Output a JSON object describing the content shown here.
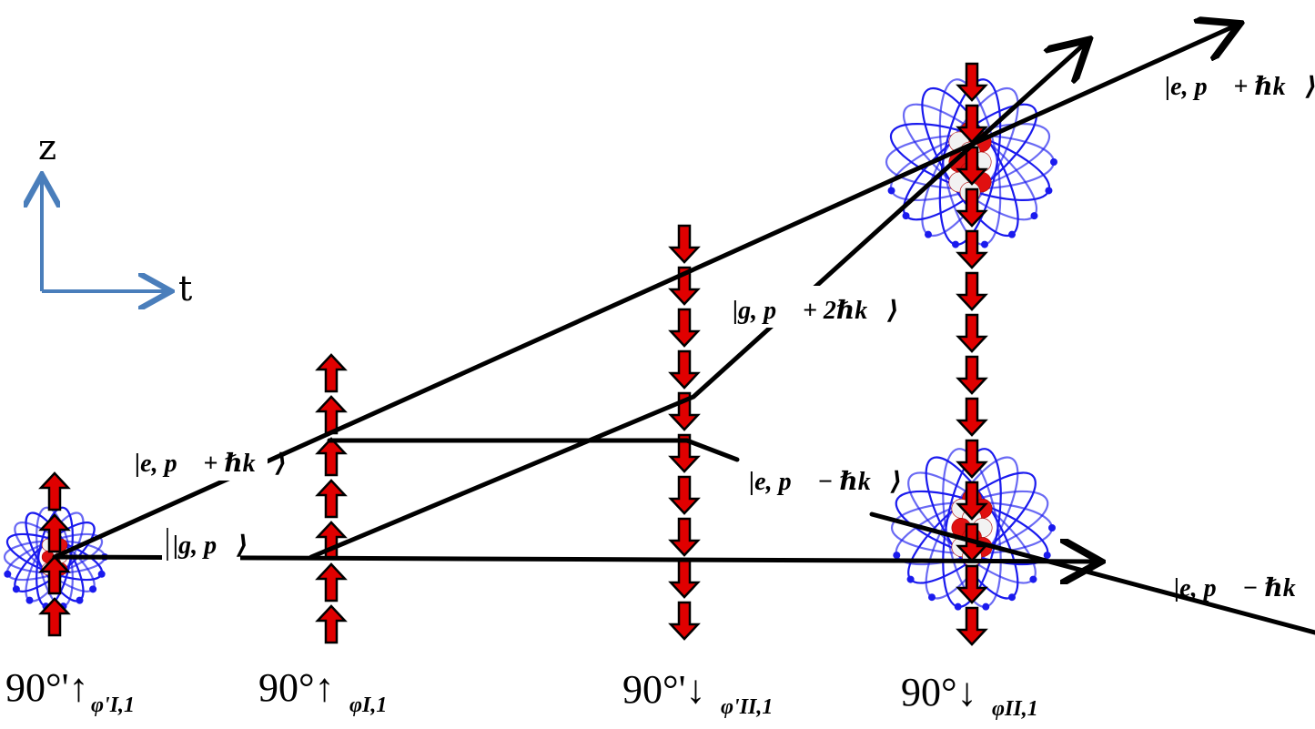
{
  "axes": {
    "z_label": "z",
    "t_label": "t"
  },
  "pulses": [
    {
      "id": "pulse-1",
      "main": "90°'↑",
      "sub": "φ'I,1",
      "direction": "up"
    },
    {
      "id": "pulse-2",
      "main": "90°↑",
      "sub": "φI,1",
      "direction": "up"
    },
    {
      "id": "pulse-3",
      "main": "90°'↓",
      "sub": "φ'II,1",
      "direction": "down"
    },
    {
      "id": "pulse-4",
      "main": "90°↓",
      "sub": "φII,1",
      "direction": "down"
    }
  ],
  "states": {
    "g_p": "|g, p⃗⟩",
    "e_p_hk_1": "|e, p⃗ + ℏk⃗⟩",
    "g_p_2hk": "|g, p⃗ + 2ℏk⃗⟩",
    "e_p_mhk_1": "|e, p⃗ − ℏk⃗⟩",
    "e_p_hk_2": "|e, p⃗ + ℏk⃗⟩",
    "e_p_mhk_2": "|e, p⃗ − ℏk⃗⟩"
  },
  "colors": {
    "axis": "#4a7ebb",
    "pulse_fill": "#e00000",
    "pulse_stroke": "#000000",
    "atom_orbit": "#1a1aee",
    "nucleus_red": "#e01010",
    "nucleus_white": "#f2f2f2"
  },
  "icons": {
    "atom": "atom-icon",
    "pulse_arrow_up": "arrow-up-icon",
    "pulse_arrow_down": "arrow-down-icon"
  }
}
